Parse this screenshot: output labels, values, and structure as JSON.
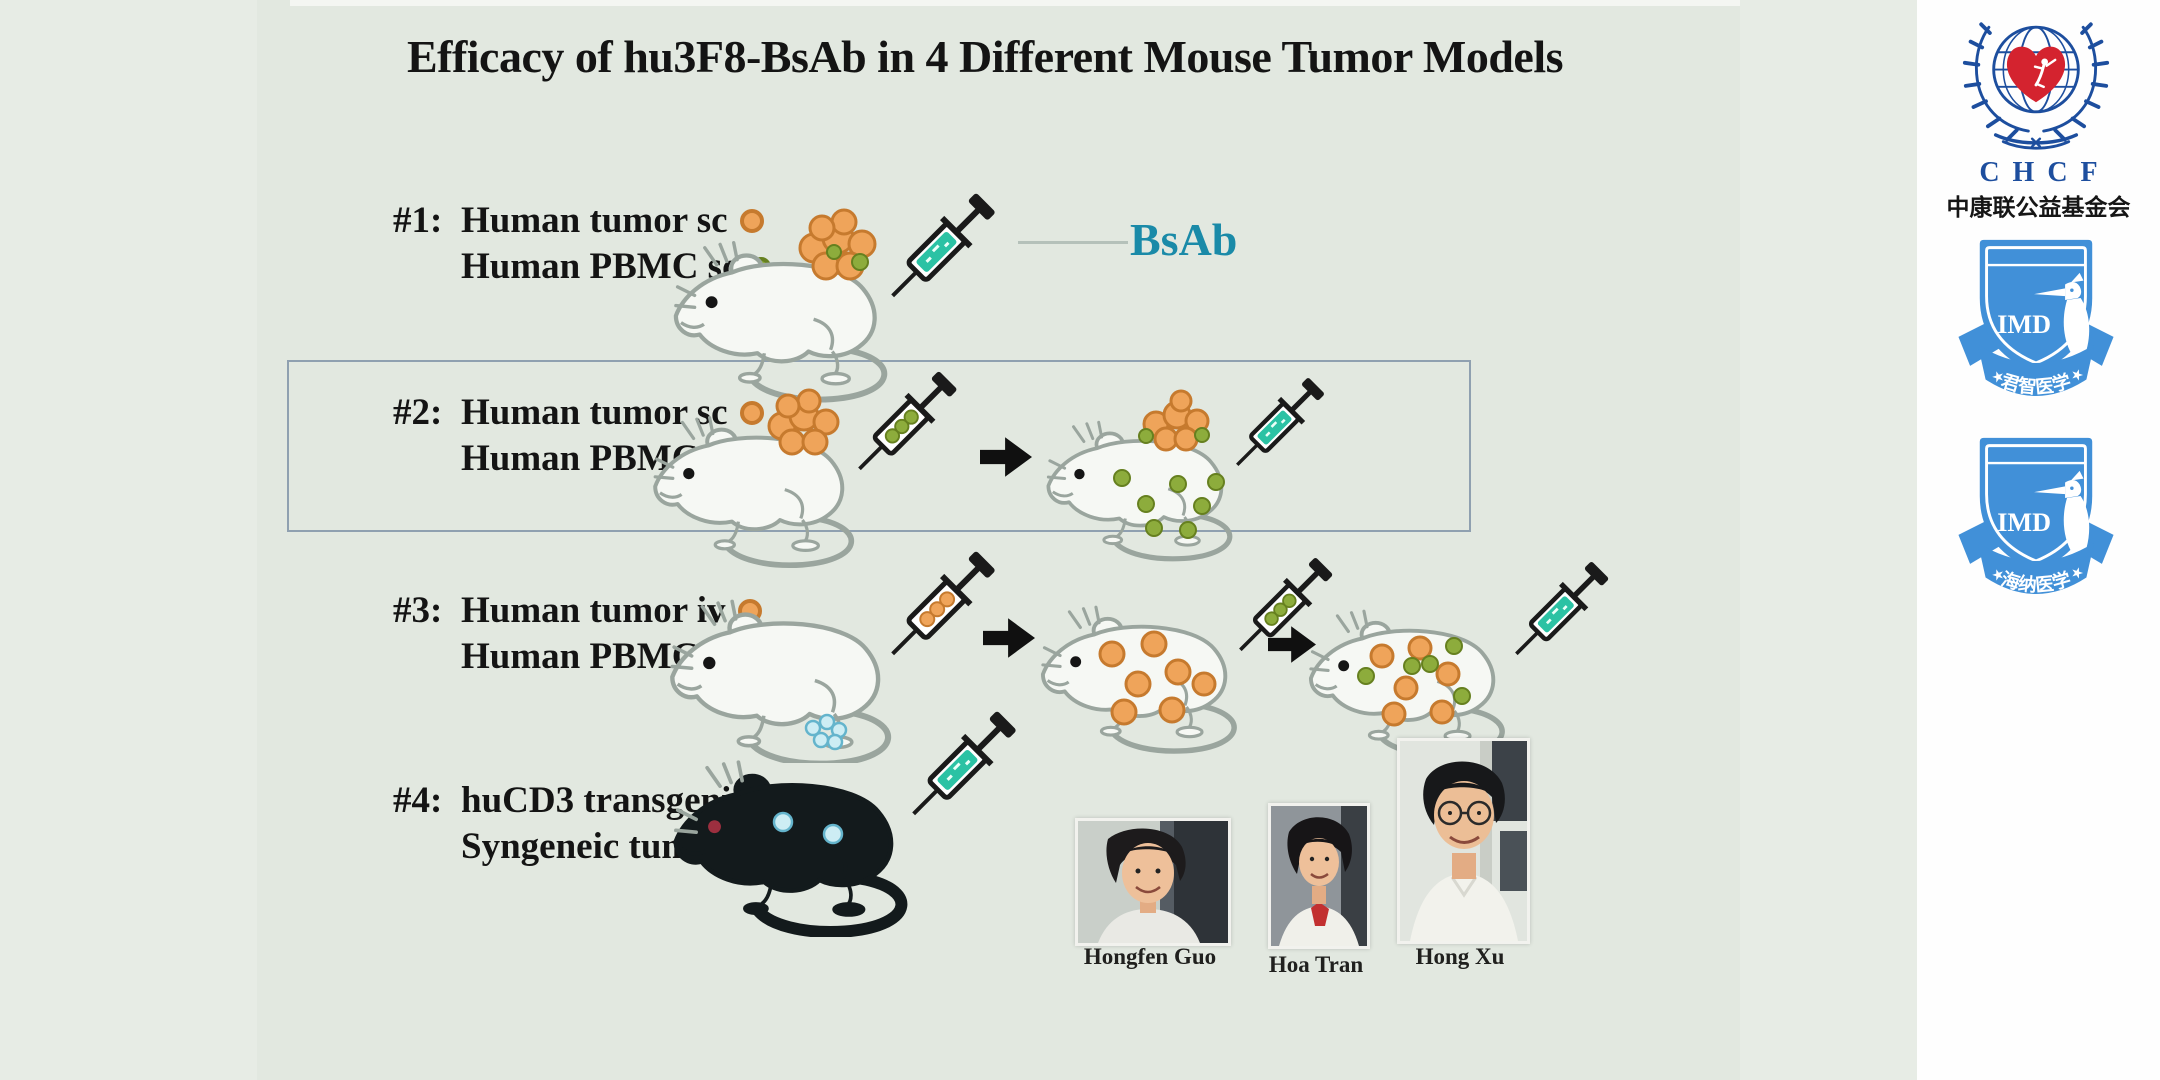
{
  "colors": {
    "background": "#e7ece5",
    "slide_bg": "#e2e8e0",
    "top_strip": "#f4f6f2",
    "panel_bg": "#fefefe",
    "box_border": "#8fa0b0",
    "text_dark": "#141414",
    "bsab": "#1a8aa8",
    "tumor_orange": "#efa45a",
    "tumor_orange_ring": "#c67a2e",
    "pbmc_green": "#8dac3c",
    "pbmc_green_ring": "#66801f",
    "cyan_fill": "#cdedf4",
    "cyan_ring": "#64b4cc",
    "syr_teal": "#2bc2a4",
    "mouse_stroke": "#9aa59e",
    "mouse_fill": "#f6f8f4",
    "black_mouse": "#131a1c",
    "red_eye": "#9c2f3f",
    "line_gray": "#b5c1ba",
    "chcf_blue": "#1d4e9e",
    "chcf_red": "#d4232f",
    "imd_blue": "#4190d8"
  },
  "slide": {
    "title": "Efficacy of hu3F8-BsAb in 4 Different Mouse Tumor Models",
    "bsab_callout": "BsAb",
    "rows": [
      {
        "number": "#1:",
        "lines": [
          {
            "text": "Human tumor sc",
            "marker": "orange"
          },
          {
            "text": "Human PBMC sc",
            "marker": "green"
          }
        ]
      },
      {
        "number": "#2:",
        "lines": [
          {
            "text": "Human tumor sc",
            "marker": "orange"
          },
          {
            "text": "Human PBMC iv",
            "marker": "green"
          }
        ]
      },
      {
        "number": "#3:",
        "lines": [
          {
            "text": "Human tumor iv",
            "marker": "orange"
          },
          {
            "text": "Human PBMC iv",
            "marker": "green"
          }
        ]
      },
      {
        "number": "#4:",
        "lines": [
          {
            "text": "huCD3 transgenic",
            "marker": null
          },
          {
            "text": "Syngeneic tumors",
            "marker": "cyan"
          }
        ]
      }
    ],
    "people": [
      {
        "name": "Hongfen Guo"
      },
      {
        "name": "Hoa Tran"
      },
      {
        "name": "Hong Xu"
      }
    ]
  },
  "sidebar": {
    "chcf": {
      "acronym": "CHCF",
      "name_zh": "中康联公益基金会"
    },
    "badges": [
      {
        "label": "IMD",
        "ribbon_zh": "君智医学"
      },
      {
        "label": "IMD",
        "ribbon_zh": "海纳医学"
      }
    ],
    "star": "★"
  }
}
